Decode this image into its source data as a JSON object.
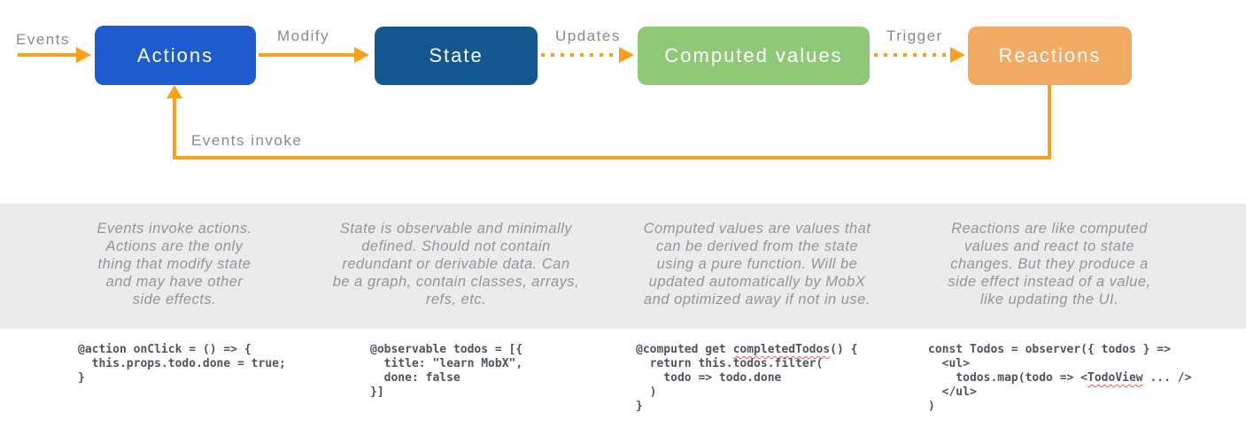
{
  "diagram": {
    "arrow_color": "#f9a11f",
    "labels": {
      "events": "Events",
      "modify": "Modify",
      "updates": "Updates",
      "trigger": "Trigger",
      "events_invoke": "Events invoke"
    },
    "nodes": [
      {
        "label": "Actions",
        "color": "#1d5bce"
      },
      {
        "label": "State",
        "color": "#14578f"
      },
      {
        "label": "Computed values",
        "color": "#8fc877"
      },
      {
        "label": "Reactions",
        "color": "#f3aa63"
      }
    ]
  },
  "band_color": "#ebebeb",
  "descriptions": [
    "Events invoke actions.\nActions are the only\nthing that modify state\nand may have other\nside effects.",
    "State is observable and minimally\ndefined. Should not contain\nredundant or derivable data. Can\nbe a graph, contain classes, arrays,\nrefs, etc.",
    "Computed values are values that\ncan be derived from the state\nusing a pure function. Will be\nupdated automatically by MobX\nand optimized away if not in use.",
    "Reactions are like computed\nvalues and react to state\nchanges. But they produce a\nside effect instead of a value,\nlike updating the UI."
  ],
  "code": {
    "action_snippet": "@action onClick = () => {\n  this.props.todo.done = true;\n}",
    "observable_snippet": "@observable todos = [{\n  title: \"learn MobX\",\n  done: false\n}]",
    "computed_pre": "@computed get ",
    "computed_word": "completedTodos",
    "computed_post": "() {\n  return this.todos.filter(\n    todo => todo.done\n  )\n}",
    "observer_pre": "const Todos = observer({ todos } =>\n  <ul>\n    todos.map(todo => <",
    "observer_word": "TodoView",
    "observer_post": " ... />\n  </ul>\n)"
  }
}
